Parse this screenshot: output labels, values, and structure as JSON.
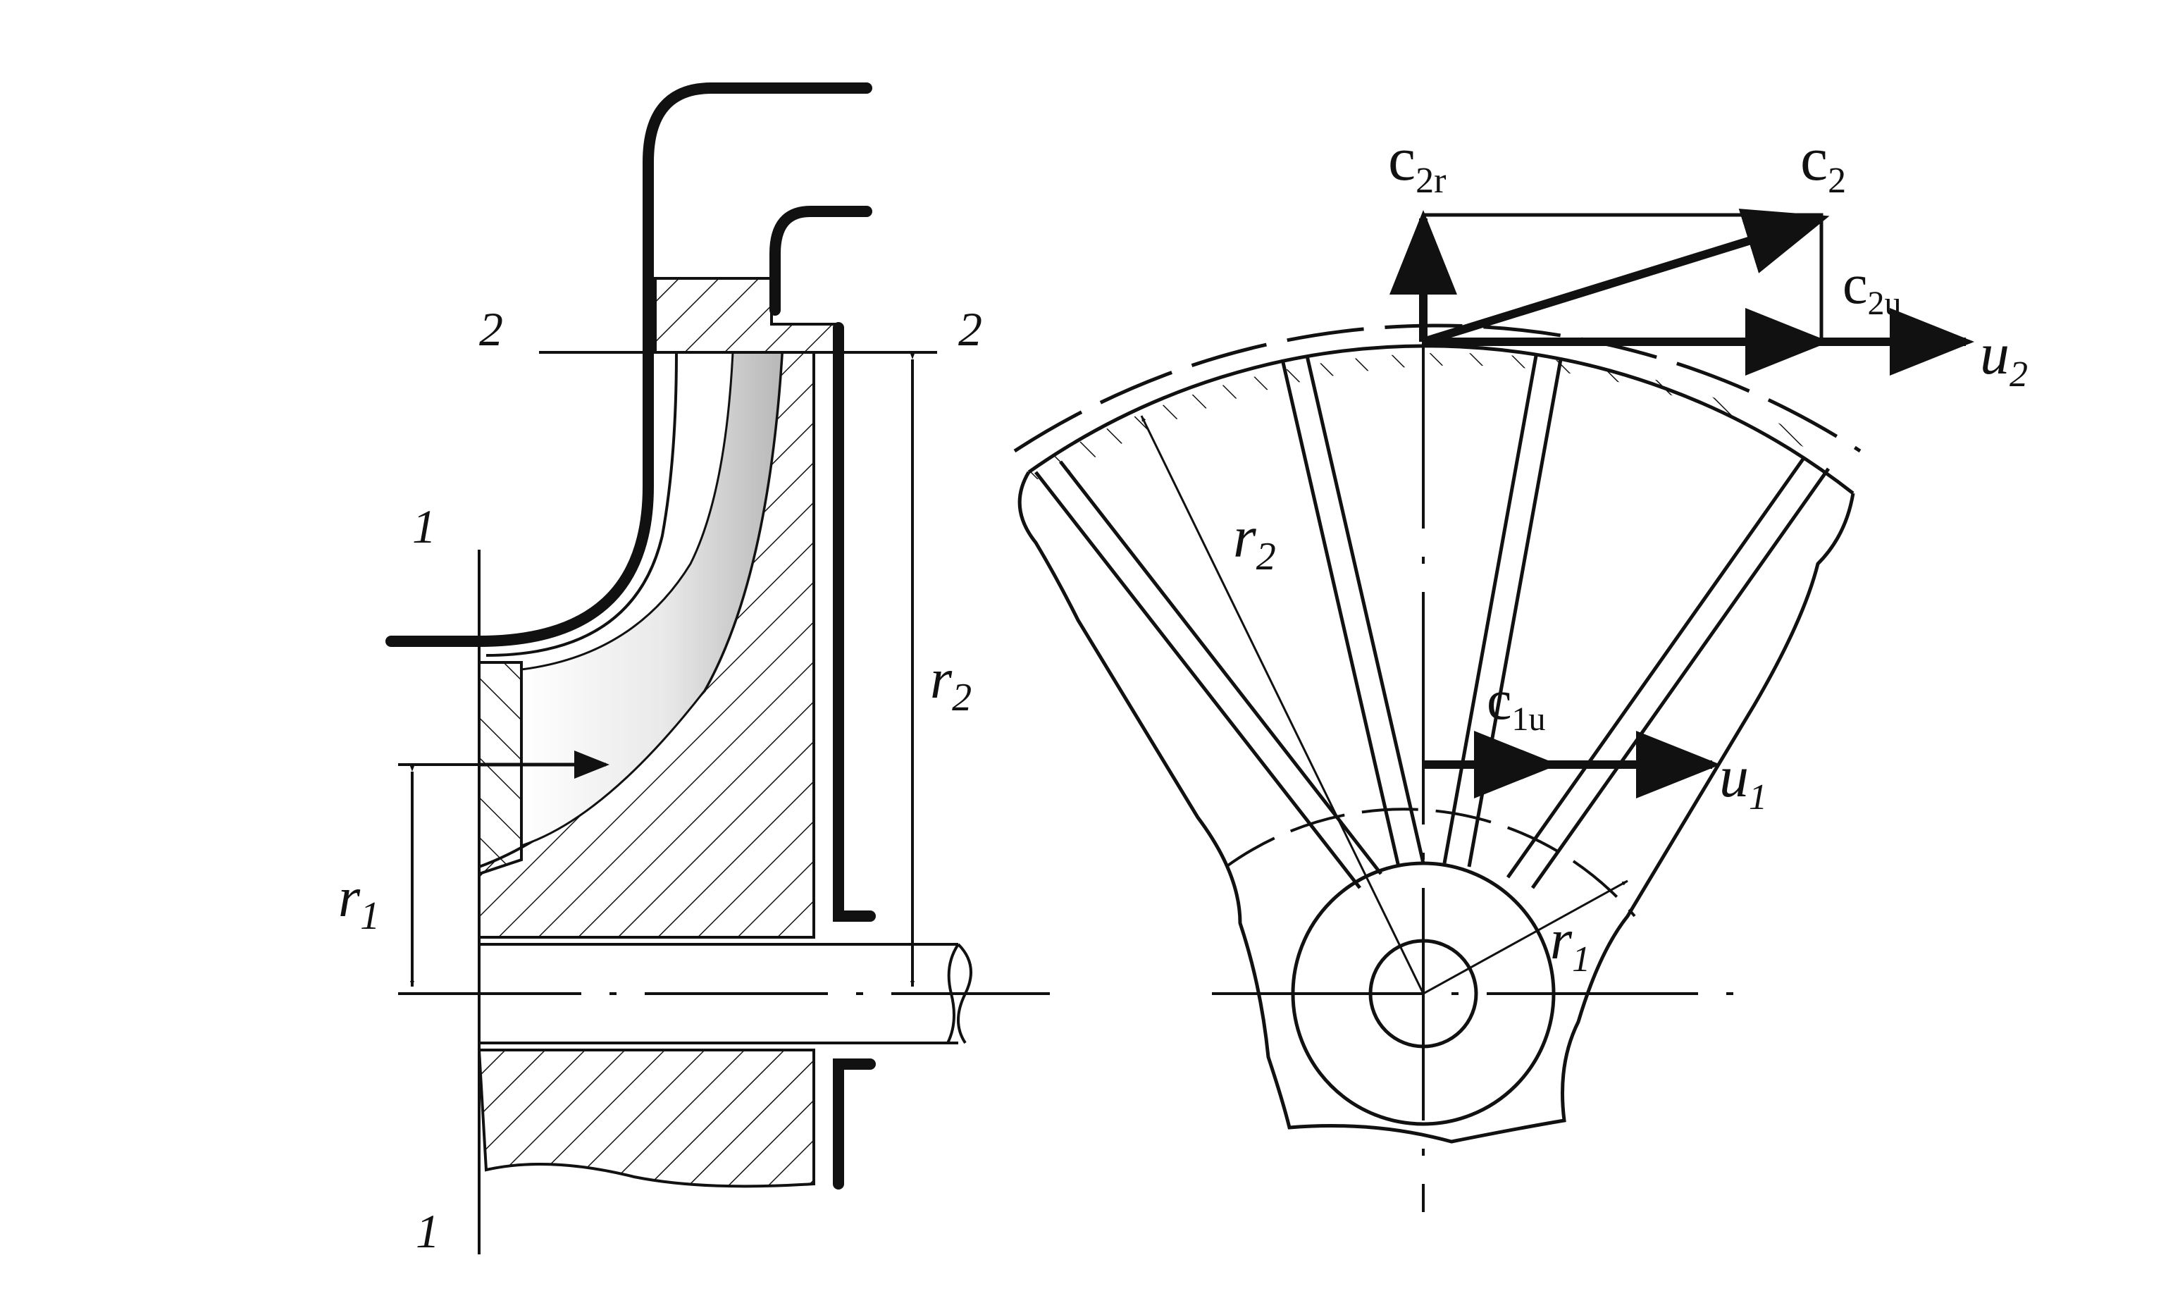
{
  "section_view": {
    "section_1_top": "1",
    "section_1_bottom": "1",
    "section_2_left": "2",
    "section_2_right": "2",
    "r2_label": {
      "base": "r",
      "sub": "2"
    },
    "r1_label": {
      "base": "r",
      "sub": "1"
    }
  },
  "front_view": {
    "c2r_label": {
      "base": "c",
      "sub": "2r"
    },
    "c2_label": {
      "base": "c",
      "sub": "2"
    },
    "c2u_label": {
      "base": "c",
      "sub": "2u"
    },
    "u2_label": {
      "base": "u",
      "sub": "2"
    },
    "r2_label": {
      "base": "r",
      "sub": "2"
    },
    "c1u_label": {
      "base": "c",
      "sub": "1u"
    },
    "u1_label": {
      "base": "u",
      "sub": "1"
    },
    "r1_label": {
      "base": "r",
      "sub": "1"
    }
  },
  "colors": {
    "line": "#111111",
    "background": "#ffffff"
  }
}
